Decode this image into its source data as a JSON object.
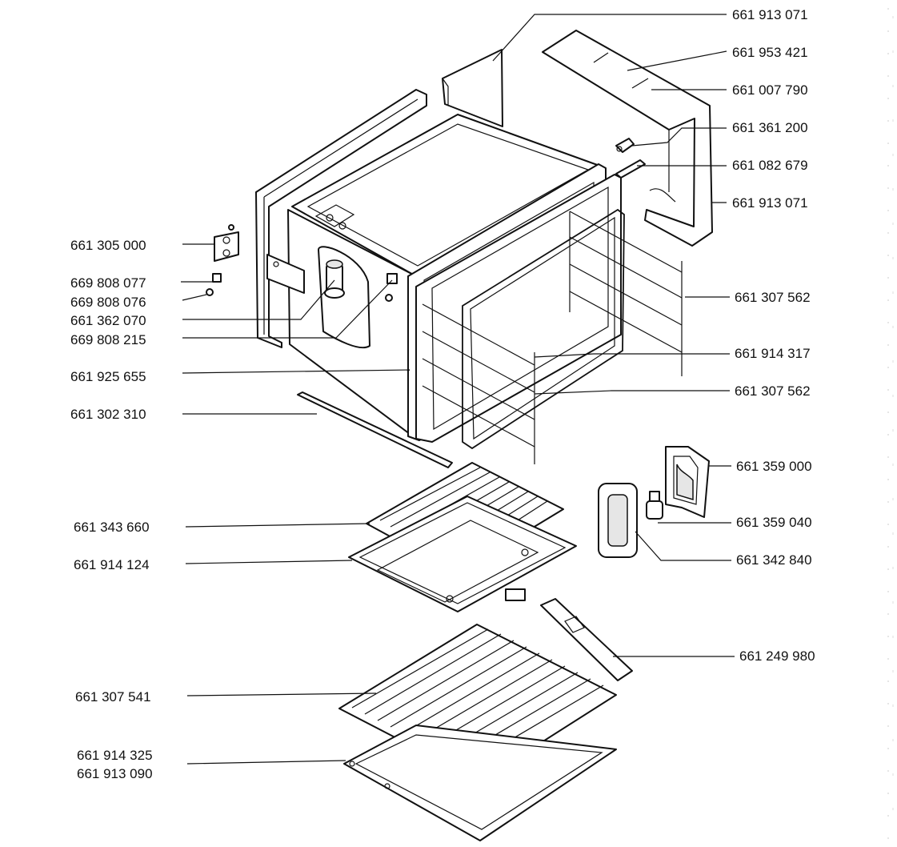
{
  "labels": [
    {
      "text": "661 913 071"
    },
    {
      "text": "661 953 421"
    },
    {
      "text": "661 007 790"
    },
    {
      "text": "661 361 200"
    },
    {
      "text": "661 082 679"
    },
    {
      "text": "661 913 071"
    },
    {
      "text": "661 307 562"
    },
    {
      "text": "661 914 317"
    },
    {
      "text": "661 307 562"
    },
    {
      "text": "661 359 000"
    },
    {
      "text": "661 359 040"
    },
    {
      "text": "661 342 840"
    },
    {
      "text": "661 249 980"
    },
    {
      "text": "661 305 000"
    },
    {
      "text": "669 808 077"
    },
    {
      "text": "669 808 076"
    },
    {
      "text": "661 362 070"
    },
    {
      "text": "669 808 215"
    },
    {
      "text": "661 925 655"
    },
    {
      "text": "661 302 310"
    },
    {
      "text": "661 343 660"
    },
    {
      "text": "661 914 124"
    },
    {
      "text": "661 307 541"
    },
    {
      "text": "661 914 325"
    },
    {
      "text": "661 913 090"
    }
  ]
}
